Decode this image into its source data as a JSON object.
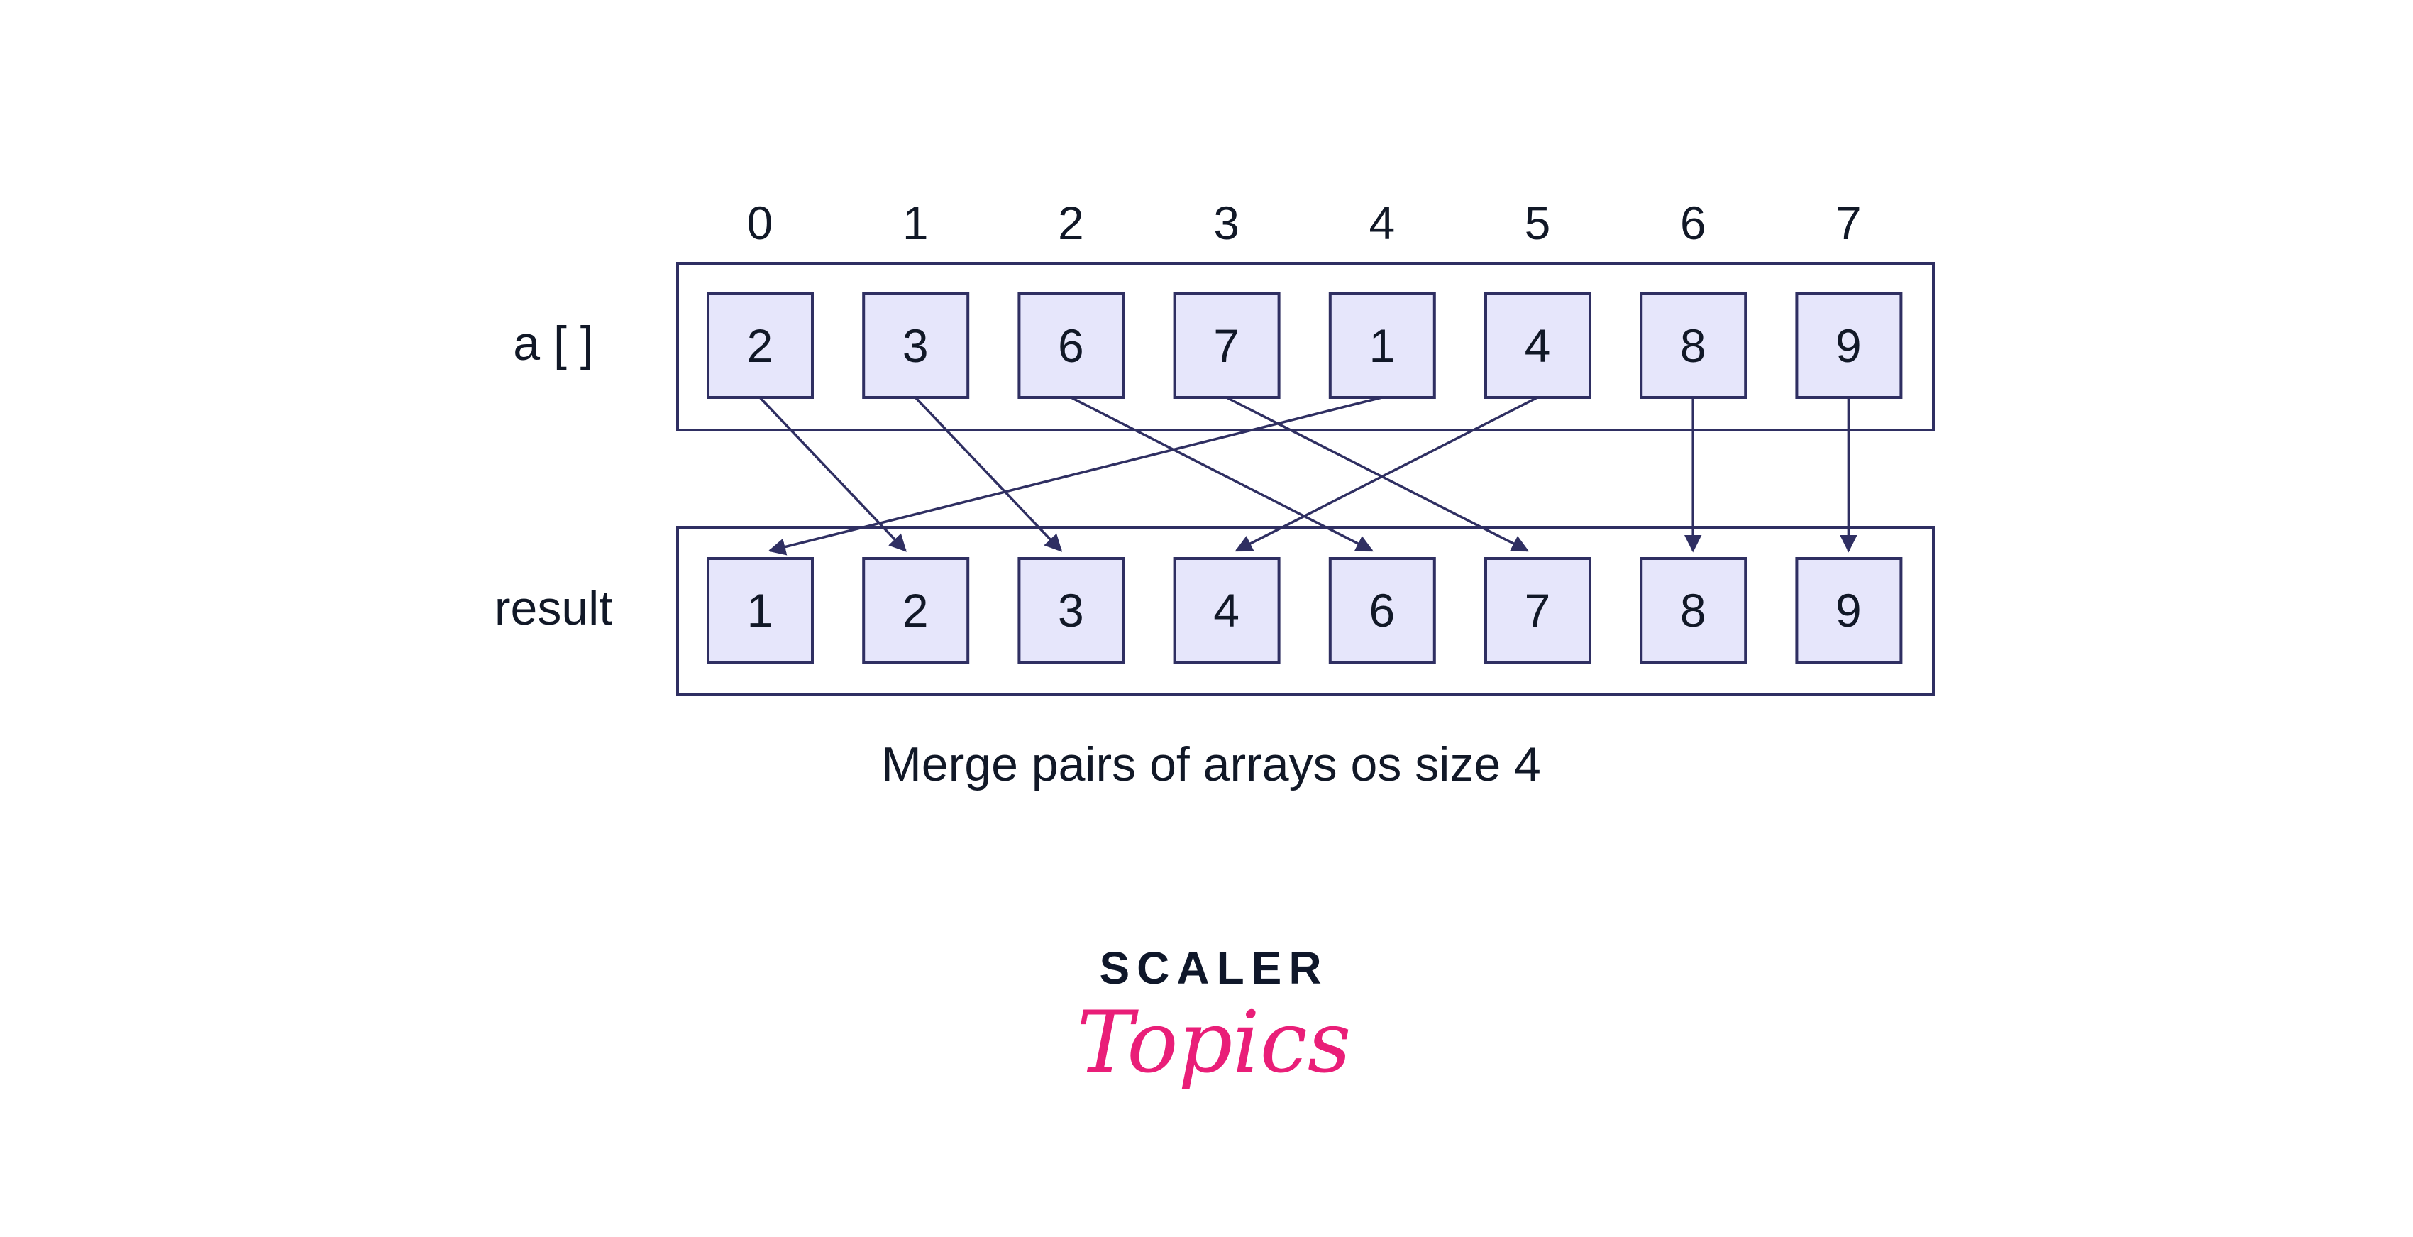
{
  "colors": {
    "stroke": "#2f2f62",
    "cell_fill": "#e6e6fb",
    "text": "#111827",
    "brand_pink": "#e91e78"
  },
  "indices": [
    "0",
    "1",
    "2",
    "3",
    "4",
    "5",
    "6",
    "7"
  ],
  "array_a": {
    "label": "a [ ]",
    "values": [
      "2",
      "3",
      "6",
      "7",
      "1",
      "4",
      "8",
      "9"
    ]
  },
  "result": {
    "label": "result",
    "values": [
      "1",
      "2",
      "3",
      "4",
      "6",
      "7",
      "8",
      "9"
    ]
  },
  "arrows": [
    {
      "from": 0,
      "to": 1
    },
    {
      "from": 1,
      "to": 2
    },
    {
      "from": 2,
      "to": 4
    },
    {
      "from": 3,
      "to": 5
    },
    {
      "from": 4,
      "to": 0
    },
    {
      "from": 5,
      "to": 3
    },
    {
      "from": 6,
      "to": 6
    },
    {
      "from": 7,
      "to": 7
    }
  ],
  "caption": "Merge pairs of arrays os size 4",
  "logo": {
    "line1": "SCALER",
    "line2": "Topics"
  }
}
